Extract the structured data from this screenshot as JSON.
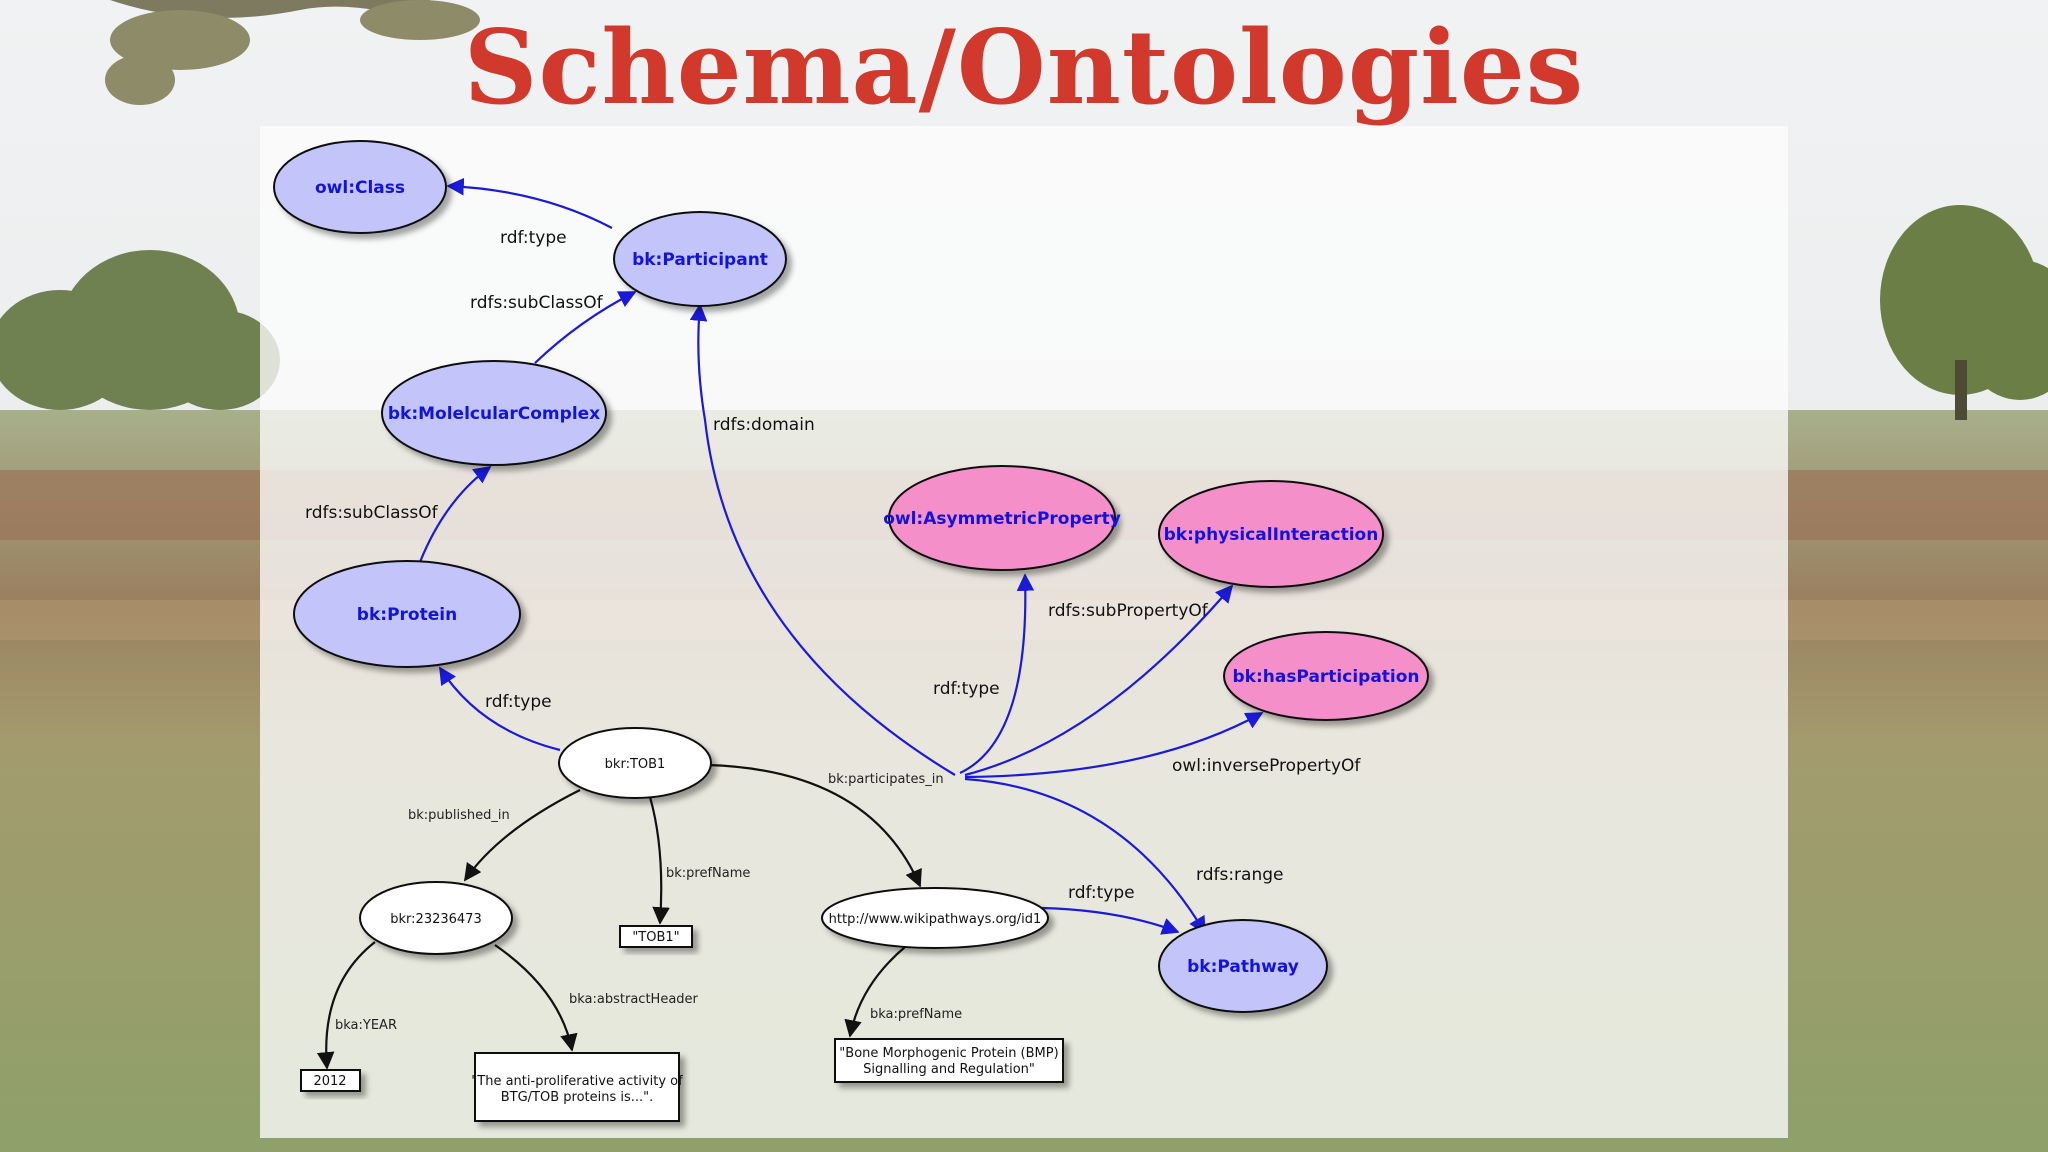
{
  "slide": {
    "title": "Schema/Ontologies",
    "title_color": "#d0392b"
  },
  "colors": {
    "class_fill": "#c2c4fa",
    "property_fill": "#f48fca",
    "node_text": "#1414d8",
    "schema_edge": "#1a1ad8",
    "instance_edge": "#111111",
    "background_sky": "#e9ecee",
    "background_field": "#8a9a62"
  },
  "nodes": {
    "owl_class": "owl:Class",
    "bk_participant": "bk:Participant",
    "bk_molecular_complex": "bk:MolelcularComplex",
    "bk_protein": "bk:Protein",
    "owl_asymmetric_property": "owl:AsymmetricProperty",
    "bk_physical_interaction": "bk:physicalInteraction",
    "bk_has_participation": "bk:hasParticipation",
    "bk_pathway": "bk:Pathway",
    "bkr_tob1": "bkr:TOB1",
    "bkr_pubmed": "bkr:23236473",
    "wikipathways_url": "http://www.wikipathways.org/id1"
  },
  "literals": {
    "tob1_name": "\"TOB1\"",
    "year": "2012",
    "abstract_line1": "\"The anti-proliferative activity of",
    "abstract_line2": "BTG/TOB proteins is...\".",
    "pathway_name_line1": "\"Bone Morphogenic Protein (BMP)",
    "pathway_name_line2": "Signalling and Regulation\""
  },
  "edges": {
    "participant_type": "rdf:type",
    "complex_subclass": "rdfs:subClassOf",
    "protein_subclass": "rdfs:subClassOf",
    "domain": "rdfs:domain",
    "tob1_type": "rdf:type",
    "participates_type": "rdf:type",
    "subproperty": "rdfs:subPropertyOf",
    "inverse": "owl:inversePropertyOf",
    "range": "rdfs:range",
    "wiki_type": "rdf:type",
    "participates_in": "bk:participates_in",
    "published_in": "bk:published_in",
    "pref_name": "bk:prefName",
    "year": "bka:YEAR",
    "abstract_header": "bka:abstractHeader",
    "wiki_pref_name": "bka:prefName"
  }
}
